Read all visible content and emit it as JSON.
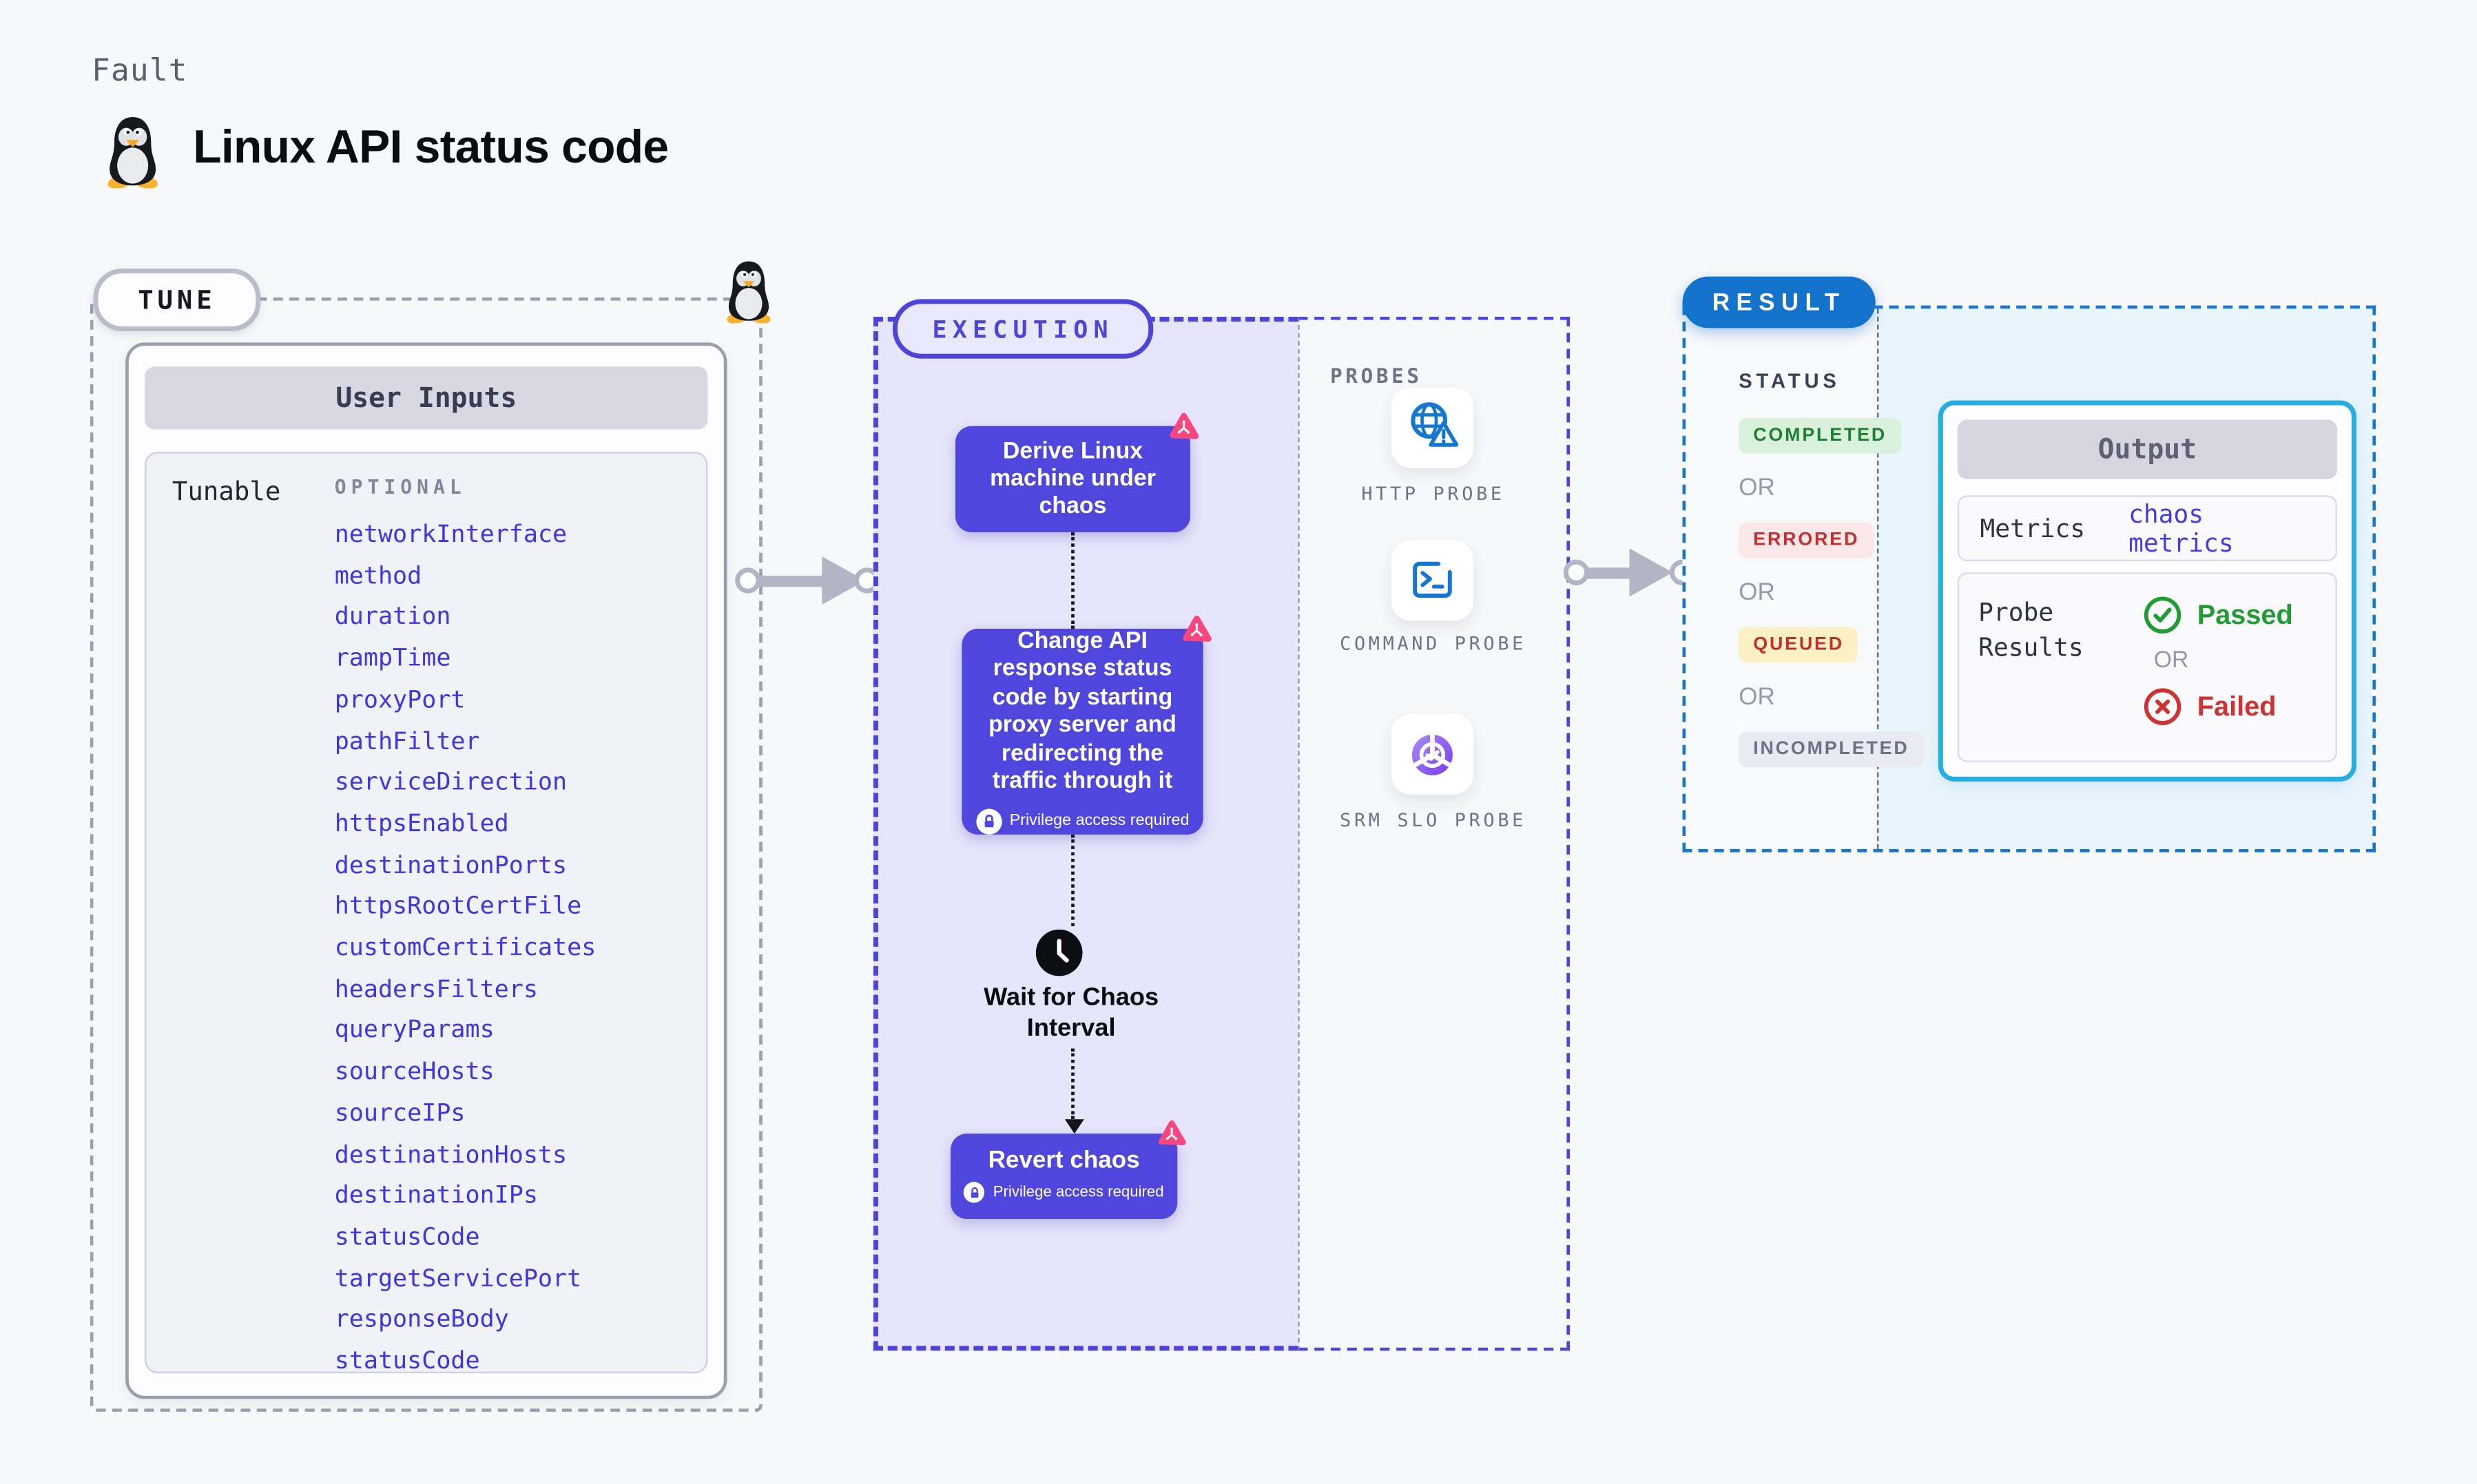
{
  "header": {
    "kicker": "Fault",
    "title": "Linux API status code"
  },
  "tune": {
    "badge": "TUNE",
    "panel": {
      "title": "User Inputs",
      "column_label": "Tunable",
      "optional_label": "OPTIONAL",
      "tunables": [
        "networkInterface",
        "method",
        "duration",
        "rampTime",
        "proxyPort",
        "pathFilter",
        "serviceDirection",
        "httpsEnabled",
        "destinationPorts",
        "httpsRootCertFile",
        "customCertificates",
        "headersFilters",
        "queryParams",
        "sourceHosts",
        "sourceIPs",
        "destinationHosts",
        "destinationIPs",
        "statusCode",
        "targetServicePort",
        "responseBody",
        "statusCode"
      ]
    }
  },
  "execution": {
    "badge": "EXECUTION",
    "node1": {
      "label": "Derive Linux machine under chaos"
    },
    "node2": {
      "label": "Change API response status code by starting proxy server and redirecting the traffic through it",
      "privilege_note": "Privilege access required"
    },
    "wait": {
      "label": "Wait for Chaos Interval"
    },
    "node3": {
      "label": "Revert chaos",
      "privilege_note": "Privilege access required"
    }
  },
  "probes": {
    "section_label": "PROBES",
    "items": [
      {
        "label": "HTTP PROBE",
        "icon": "globe-warning-icon"
      },
      {
        "label": "COMMAND PROBE",
        "icon": "terminal-icon"
      },
      {
        "label": "SRM SLO PROBE",
        "icon": "slo-donut-check-icon"
      }
    ]
  },
  "result": {
    "badge": "RESULT",
    "status_label": "STATUS",
    "or_label": "OR",
    "statuses": [
      {
        "label": "COMPLETED"
      },
      {
        "label": "ERRORED"
      },
      {
        "label": "QUEUED"
      },
      {
        "label": "INCOMPLETED"
      }
    ],
    "output": {
      "title": "Output",
      "metrics_label": "Metrics",
      "metrics_link": "chaos metrics",
      "probe_results_label": "Probe Results",
      "passed_label": "Passed",
      "or_label": "OR",
      "failed_label": "Failed"
    }
  },
  "colors": {
    "page_bg": "#f7f8fa",
    "node_indigo": "#4f46dd",
    "execution_border": "#4d45d9",
    "execution_fill": "#e7e5fb",
    "result_blue": "#1272cc",
    "result_border": "#1778cc",
    "result_fill": "#e9f5fc",
    "output_border": "#25aee4",
    "link_blue": "#3f35e3",
    "passed_green": "#1f9c33",
    "failed_red": "#d03131",
    "completed_bg": "#d9f0db",
    "errored_bg": "#fbe7e7",
    "queued_bg": "#fcf0c5",
    "incompleted_bg": "#e9e9f1",
    "chaos_pink": "#f8477f",
    "probe_icon_blue": "#1478d2",
    "arrow_gray": "#b2b5c4"
  }
}
